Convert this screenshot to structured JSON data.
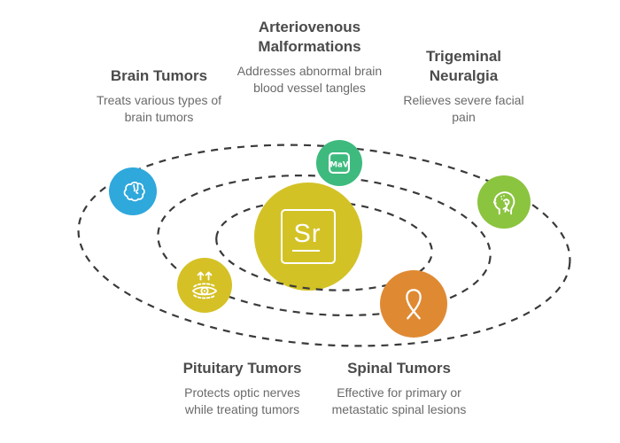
{
  "diagram": {
    "center": {
      "symbol": "Sr",
      "color": "#d3c226"
    },
    "orbits": {
      "count": 3,
      "stroke_color": "#3a3a3a",
      "style": "dashed"
    },
    "text_colors": {
      "title": "#4b4b4b",
      "description": "#6a6a6a"
    },
    "satellites": [
      {
        "title": "Brain Tumors",
        "description": "Treats various types of brain tumors",
        "icon": "brain-icon",
        "color": "#2fa8dc"
      },
      {
        "title": "Arteriovenous Malformations",
        "description": "Addresses abnormal brain blood vessel tangles",
        "icon": "mav-badge-icon",
        "icon_text": "MaV",
        "color": "#3eba7e"
      },
      {
        "title": "Trigeminal Neuralgia",
        "description": "Relieves severe facial pain",
        "icon": "head-nerves-icon",
        "color": "#8bc43f"
      },
      {
        "title": "Pituitary Tumors",
        "description": "Protects optic nerves while treating tumors",
        "icon": "eye-arrows-icon",
        "color": "#d5c126"
      },
      {
        "title": "Spinal Tumors",
        "description": "Effective for primary or metastatic spinal lesions",
        "icon": "awareness-ribbon-icon",
        "color": "#df8a33"
      }
    ]
  }
}
